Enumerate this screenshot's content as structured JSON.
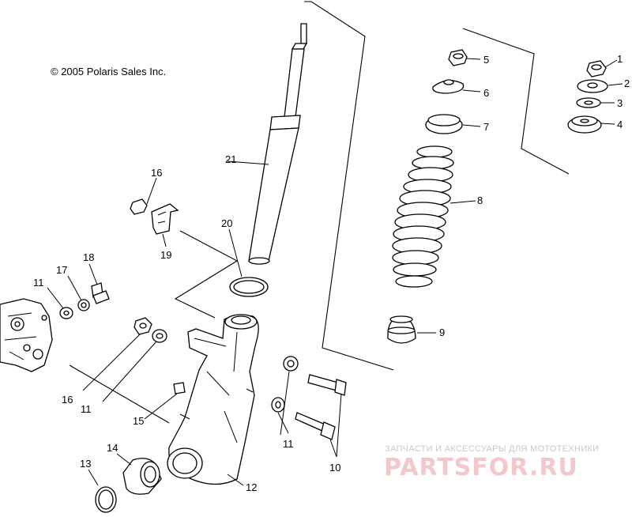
{
  "copyright": "© 2005 Polaris Sales Inc.",
  "watermark": {
    "subtitle": "ЗАПЧАСТИ И АКСЕССУАРЫ ДЛЯ МОТОТЕХНИКИ",
    "brand": "PARTSFOR.RU"
  },
  "callouts": {
    "c1": "1",
    "c2": "2",
    "c3": "3",
    "c4": "4",
    "c5": "5",
    "c6": "6",
    "c7": "7",
    "c8": "8",
    "c9": "9",
    "c10": "10",
    "c11a": "11",
    "c11b": "11",
    "c11c": "11",
    "c12": "12",
    "c13": "13",
    "c14": "14",
    "c15": "15",
    "c16a": "16",
    "c16b": "16",
    "c17": "17",
    "c18": "18",
    "c19": "19",
    "c20": "20",
    "c21": "21"
  }
}
